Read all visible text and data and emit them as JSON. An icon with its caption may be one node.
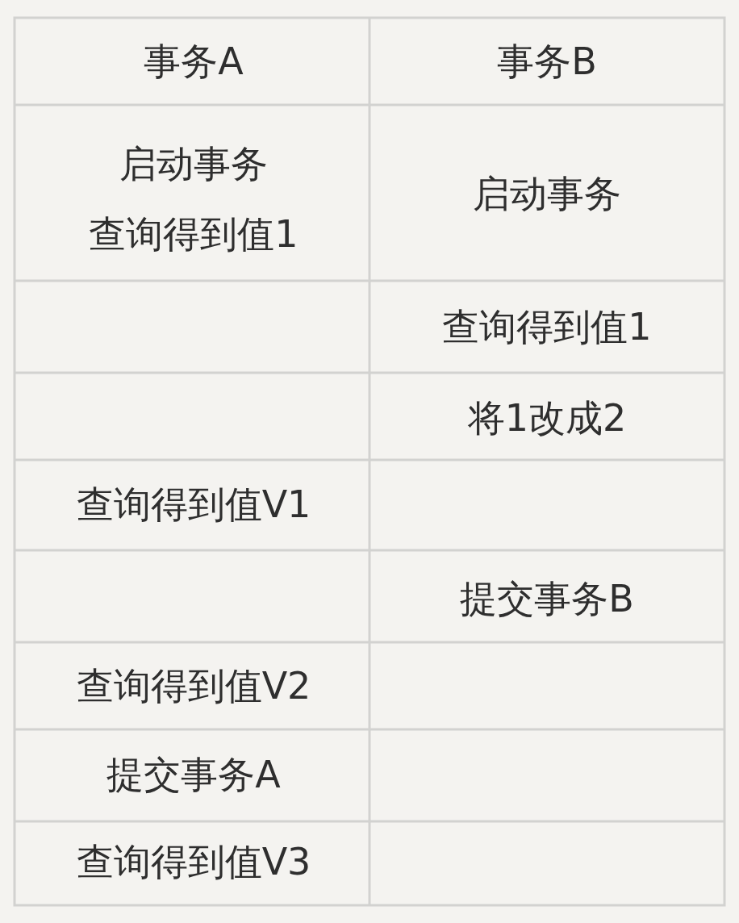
{
  "diagram": {
    "labels": [
      "事务A",
      "事务B",
      "启动事务",
      "查询得到值1",
      "启动事务",
      "查询得到值1",
      "将1改成2",
      "查询得到值V1",
      "提交事务B",
      "查询得到值V2",
      "提交事务A",
      "查询得到值V3"
    ]
  }
}
